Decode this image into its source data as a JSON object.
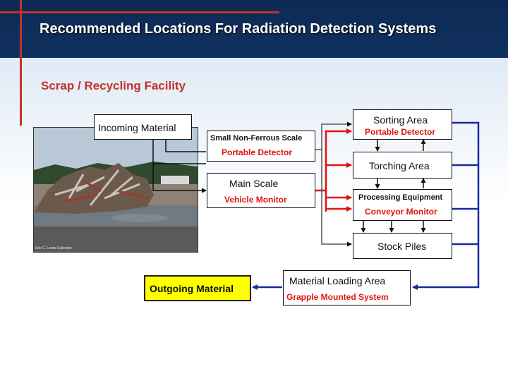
{
  "header": {
    "title": "Recommended Locations For Radiation Detection Systems"
  },
  "subtitle": "Scrap / Recycling Facility",
  "photo": {
    "credit": "Eric C. Lewis Collection"
  },
  "nodes": {
    "incoming": {
      "label": "Incoming Material"
    },
    "small_scale": {
      "label": "Small Non-Ferrous Scale",
      "detector": "Portable Detector"
    },
    "main_scale": {
      "label": "Main Scale",
      "detector": "Vehicle Monitor"
    },
    "sorting": {
      "label": "Sorting Area",
      "detector": "Portable Detector"
    },
    "torching": {
      "label": "Torching Area"
    },
    "processing": {
      "label": "Processing Equipment",
      "detector": "Conveyor Monitor"
    },
    "stock": {
      "label": "Stock Piles"
    },
    "loading": {
      "label": "Material Loading Area",
      "detector": "Grapple Mounted System"
    },
    "outgoing": {
      "label": "Outgoing Material"
    }
  },
  "colors": {
    "header": "#0d2a55",
    "accent_red": "#c4322a",
    "detector_red": "#e0140f",
    "flow_blue": "#1a2a9c",
    "outgoing_fill": "#ffff00"
  }
}
